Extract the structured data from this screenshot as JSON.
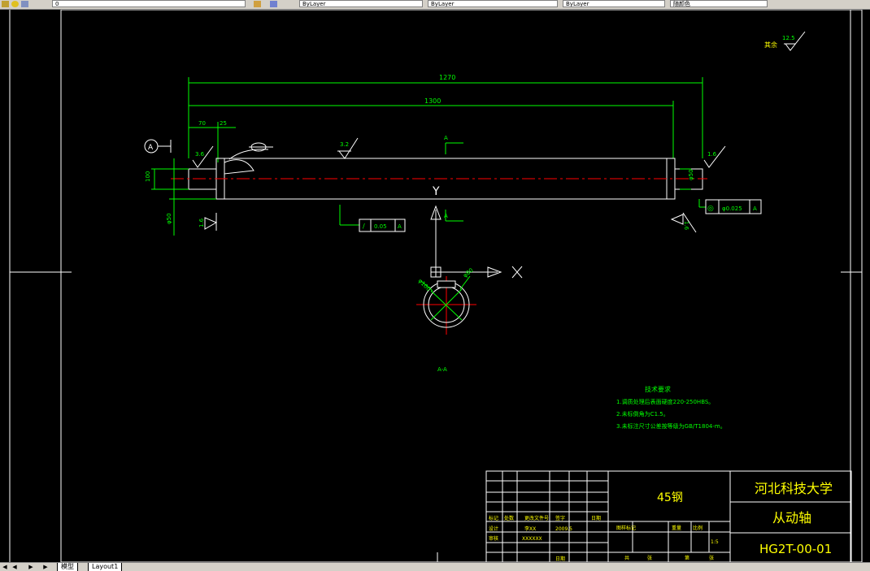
{
  "toolbar": {
    "layer_box": "0",
    "color_box": "ByLayer",
    "linetype_box": "ByLayer",
    "lineweight_box": "ByLayer",
    "plotstyle_box": "随颜色"
  },
  "drawing": {
    "roughness_other_label": "其余",
    "roughness_other_value": "12.5",
    "dim_overall": "1270",
    "dim_inner": "1300",
    "dim_left_70": "70",
    "dim_left_25": "25",
    "datum_label": "A",
    "roughness_left": "3.6",
    "roughness_top": "3.2",
    "roughness_right": "1.6",
    "roughness_left_bottom": "1.6",
    "roughness_right_bottom": "1.6",
    "dim_left_diameter": "100",
    "dim_left_phi": "φ50",
    "dim_right_diameter": "φ50",
    "axis_label": "Y",
    "section_mark_top": "A",
    "section_mark_bottom": "A",
    "tol_left_symbol": "/",
    "tol_left_value": "0.05",
    "tol_left_datum": "A",
    "tol_right_symbol": "◎",
    "tol_right_value": "φ0.025",
    "tol_right_datum": "A",
    "ucs_x": "X",
    "section_dim1": "φ100",
    "section_dim2": "φ80",
    "section_label": "A-A"
  },
  "notes": {
    "title": "技术要求",
    "items": [
      "1.调质处理后表面硬度220-250HBS。",
      "2.未标倒角为C1.5。",
      "3.未标注尺寸公差按等级为GB/T1804-m。"
    ]
  },
  "title_block": {
    "material": "45钢",
    "university": "河北科技大学",
    "part_name": "从动轴",
    "drawing_no": "HG2T-00-01",
    "left_headers": [
      "标记",
      "处数",
      "更改文件号",
      "签字",
      "日期"
    ],
    "row_design": "设计",
    "row_design_name": "李XX",
    "row_design_date": "2009.5",
    "row_check": "审核",
    "row_check_name": "XXXXXX",
    "row_date": "日期",
    "mid_headers": [
      "图样标记",
      "重量",
      "比例"
    ],
    "scale": "1:5",
    "sheet_headers": [
      "共",
      "张",
      "第",
      "张"
    ]
  },
  "tabs": [
    "模型",
    "Layout1"
  ],
  "colors": {
    "outline": "#ffffff",
    "dimension": "#00ff00",
    "centerline": "#ff0000",
    "title_text": "#ffff00",
    "toolbar_bg": "#d4d0c8"
  }
}
